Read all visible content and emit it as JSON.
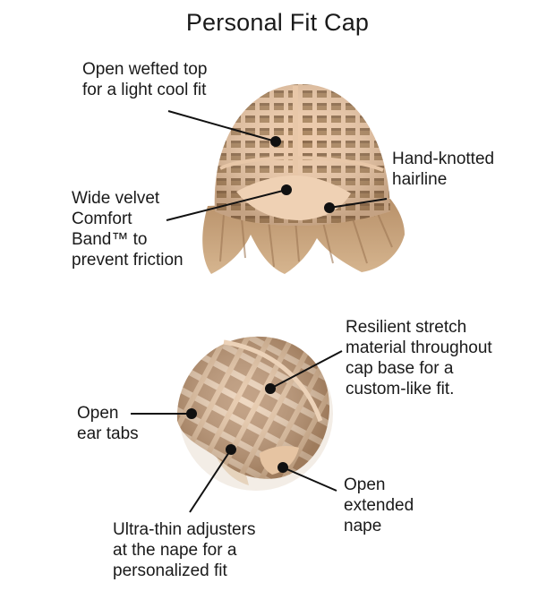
{
  "title": "Personal Fit Cap",
  "callouts": {
    "wefted_top": "Open wefted top\nfor a light cool fit",
    "hairline": "Hand-knotted\nhairline",
    "comfort_band": "Wide velvet\nComfort\nBand™ to\nprevent friction",
    "stretch_material": "Resilient stretch\nmaterial throughout\ncap base for a\ncustom-like fit.",
    "ear_tabs": "Open\near tabs",
    "extended_nape": "Open\nextended\nnape",
    "adjusters": "Ultra-thin adjusters\nat the nape for a\npersonalized fit"
  },
  "colors": {
    "text": "#1a1a1a",
    "cap_lace": "#e8c7a8",
    "hair_blonde": "#c9a27a",
    "hair_dark": "#8a6a4c",
    "leader": "#111111"
  }
}
